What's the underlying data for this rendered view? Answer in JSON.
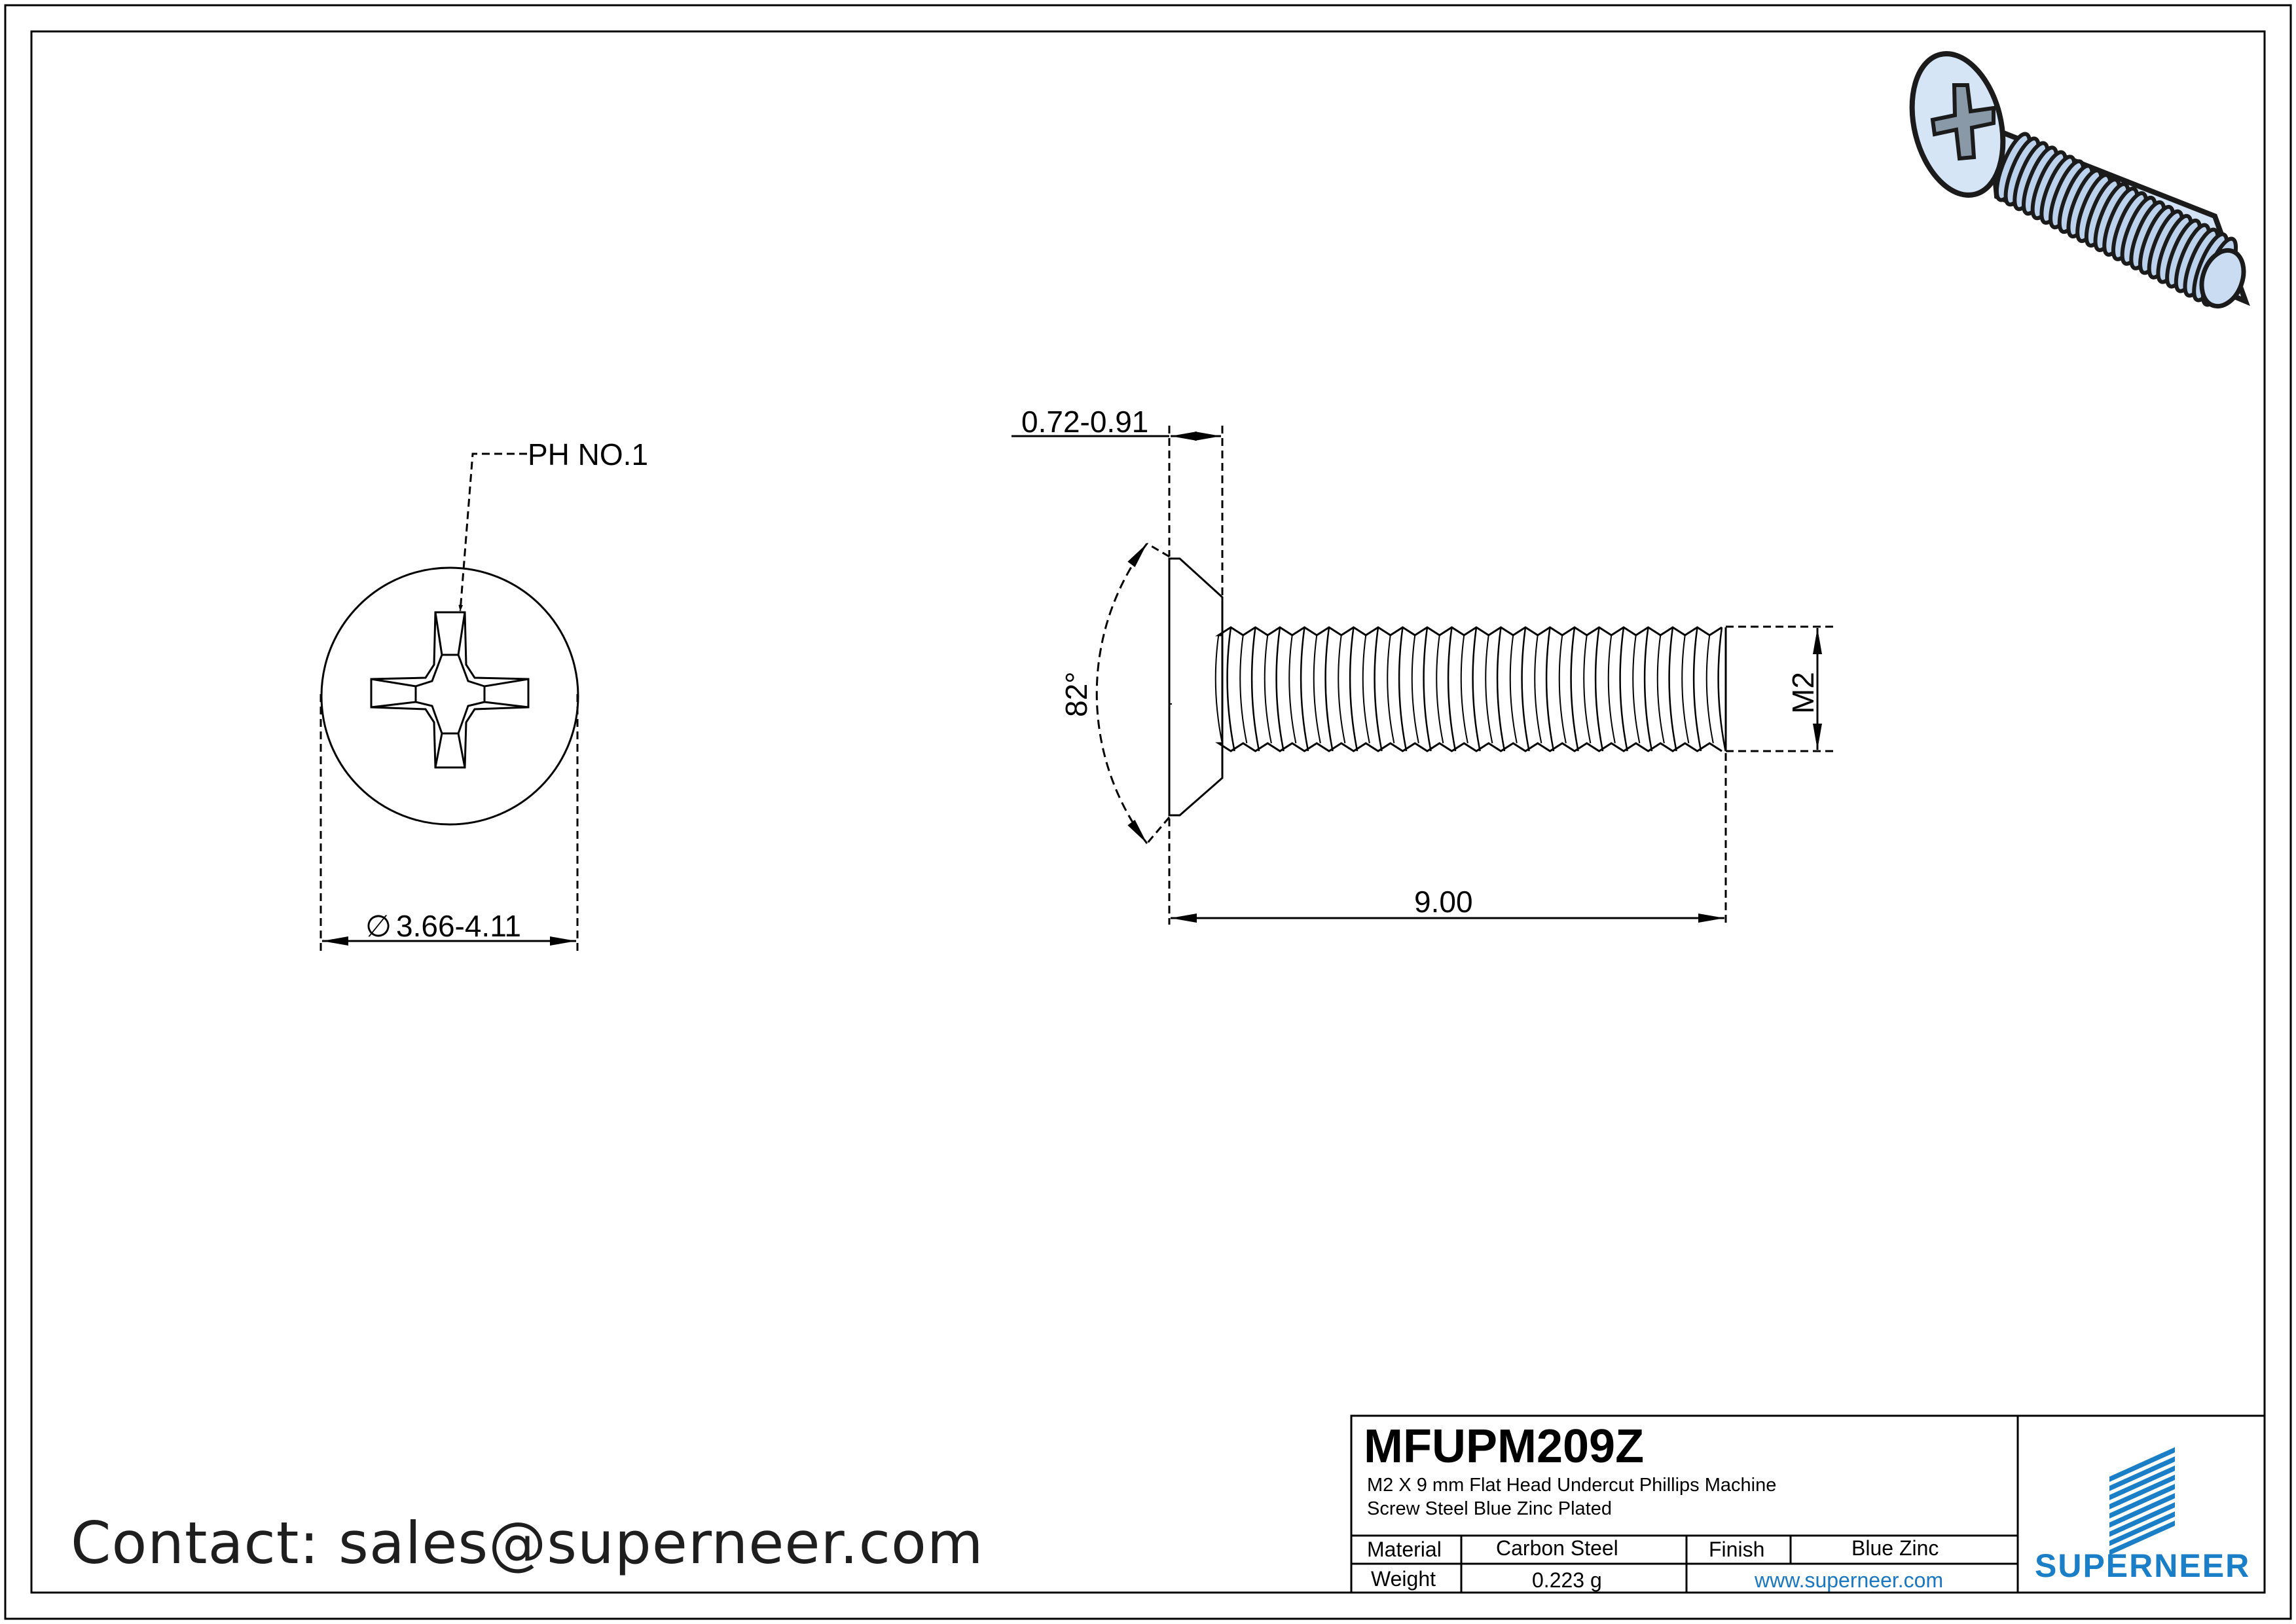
{
  "drawing": {
    "callout_recess": "PH NO.1",
    "dim_head_height": "0.72-0.91",
    "dim_angle": "82°",
    "dim_thread": "M2",
    "dim_length": "9.00",
    "dim_head_diameter": "3.66-4.11",
    "diameter_symbol": "∅"
  },
  "contact": "Contact: sales@superneer.com",
  "title_block": {
    "part_number": "MFUPM209Z",
    "description_line1": "M2 X 9 mm  Flat Head Undercut Phillips Machine",
    "description_line2": "Screw Steel Blue Zinc Plated",
    "material_label": "Material",
    "material_value": "Carbon Steel",
    "finish_label": "Finish",
    "finish_value": "Blue Zinc",
    "weight_label": "Weight",
    "weight_value": "0.223 g",
    "website": "www.superneer.com",
    "brand": "SUPERNEER",
    "brand_color": "#1a7fc7"
  },
  "colors": {
    "render_blue": "#c9dcf2",
    "outline": "#000000"
  }
}
